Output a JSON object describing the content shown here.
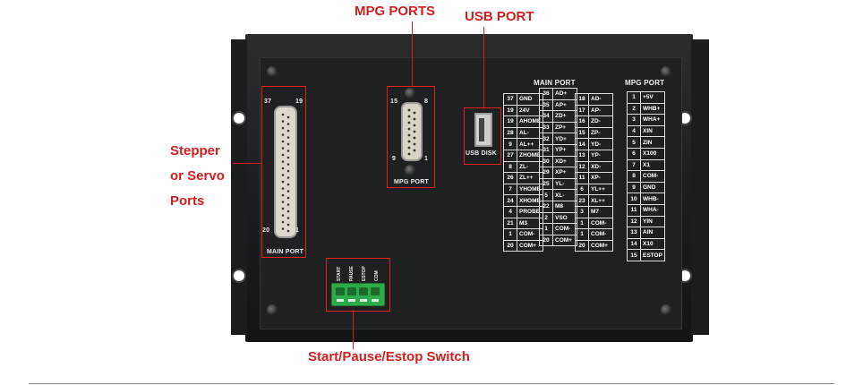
{
  "callouts": {
    "mpg_ports": "MPG PORTS",
    "usb_port": "USB PORT",
    "stepper_line1": "Stepper",
    "stepper_line2": "or Servo",
    "stepper_line3": "Ports",
    "switch": "Start/Pause/Estop Switch"
  },
  "panel_labels": {
    "main_port": "MAIN PORT",
    "mpg_port": "MPG PORT",
    "usb_disk": "USB DISK",
    "main_port_header": "MAIN PORT",
    "mpg_port_header": "MPG PORT",
    "db37_pin_37": "37",
    "db37_pin_19": "19",
    "db37_pin_20": "20",
    "db37_pin_1": "1",
    "db15_pin_15": "15",
    "db15_pin_8": "8",
    "db15_pin_9": "9",
    "db15_pin_1": "1"
  },
  "switch_terminals": [
    "START",
    "PAUSE",
    "ESTOP",
    "COM"
  ],
  "main_port_col1": [
    [
      "37",
      "GND"
    ],
    [
      "19",
      "24V"
    ],
    [
      "19",
      "AHOME"
    ],
    [
      "28",
      "AL-"
    ],
    [
      "9",
      "AL++"
    ],
    [
      "27",
      "ZHOME"
    ],
    [
      "8",
      "ZL-"
    ],
    [
      "26",
      "ZL++"
    ],
    [
      "7",
      "YHOME"
    ],
    [
      "24",
      "XHOME"
    ],
    [
      "4",
      "PROBE"
    ],
    [
      "21",
      "M3"
    ],
    [
      "1",
      "COM-"
    ],
    [
      "20",
      "COM+"
    ]
  ],
  "main_port_col2": [
    [
      "36",
      "AD+"
    ],
    [
      "35",
      "AP+"
    ],
    [
      "34",
      "ZD+"
    ],
    [
      "33",
      "ZP+"
    ],
    [
      "32",
      "YD+"
    ],
    [
      "31",
      "YP+"
    ],
    [
      "30",
      "XD+"
    ],
    [
      "29",
      "XP+"
    ],
    [
      "25",
      "YL-"
    ],
    [
      "5",
      "XL-"
    ],
    [
      "22",
      "M8"
    ],
    [
      "2",
      "VSO"
    ],
    [
      "1",
      "COM-"
    ],
    [
      "20",
      "COM+"
    ]
  ],
  "main_port_col3": [
    [
      "18",
      "AD-"
    ],
    [
      "17",
      "AP-"
    ],
    [
      "16",
      "ZD-"
    ],
    [
      "15",
      "ZP-"
    ],
    [
      "14",
      "YD-"
    ],
    [
      "13",
      "YP-"
    ],
    [
      "12",
      "XD-"
    ],
    [
      "11",
      "XP-"
    ],
    [
      "6",
      "YL++"
    ],
    [
      "23",
      "XL++"
    ],
    [
      "3",
      "M7"
    ],
    [
      "1",
      "COM-"
    ],
    [
      "1",
      "COM-"
    ],
    [
      "20",
      "COM+"
    ]
  ],
  "mpg_port_table": [
    [
      "1",
      "+5V"
    ],
    [
      "2",
      "WHB+"
    ],
    [
      "3",
      "WHA+"
    ],
    [
      "4",
      "XIN"
    ],
    [
      "5",
      "ZIN"
    ],
    [
      "6",
      "X100"
    ],
    [
      "7",
      "X1"
    ],
    [
      "8",
      "COM-"
    ],
    [
      "9",
      "GND"
    ],
    [
      "10",
      "WHB-"
    ],
    [
      "11",
      "WHA-"
    ],
    [
      "12",
      "YIN"
    ],
    [
      "13",
      "AIN"
    ],
    [
      "14",
      "X10"
    ],
    [
      "15",
      "ESTOP"
    ]
  ],
  "colors": {
    "callout_red": "#d11f1f",
    "panel_black": "#1f2022",
    "terminal_green": "#2faa4a"
  }
}
